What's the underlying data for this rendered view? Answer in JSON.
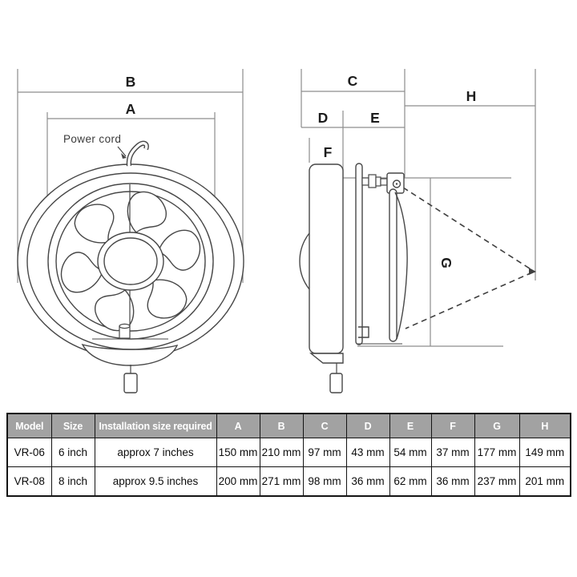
{
  "diagram": {
    "power_cord_label": "Power cord",
    "dimension_labels": {
      "A": "A",
      "B": "B",
      "C": "C",
      "D": "D",
      "E": "E",
      "F": "F",
      "G": "G",
      "H": "H"
    },
    "colors": {
      "drawing_line": "#474747",
      "dimension_line": "#8d8d8d",
      "label_text": "#1c1c1c",
      "dashed_line": "#3f3f3f"
    }
  },
  "table": {
    "header_bg": "#a2a2a2",
    "header_text_color": "#ffffff",
    "headers": [
      "Model",
      "Size",
      "Installation size required",
      "A",
      "B",
      "C",
      "D",
      "E",
      "F",
      "G",
      "H"
    ],
    "rows": [
      [
        "VR-06",
        "6 inch",
        "approx 7 inches",
        "150 mm",
        "210 mm",
        "97 mm",
        "43 mm",
        "54 mm",
        "37 mm",
        "177 mm",
        "149 mm"
      ],
      [
        "VR-08",
        "8 inch",
        "approx 9.5 inches",
        "200 mm",
        "271 mm",
        "98 mm",
        "36 mm",
        "62 mm",
        "36 mm",
        "237 mm",
        "201 mm"
      ]
    ]
  }
}
